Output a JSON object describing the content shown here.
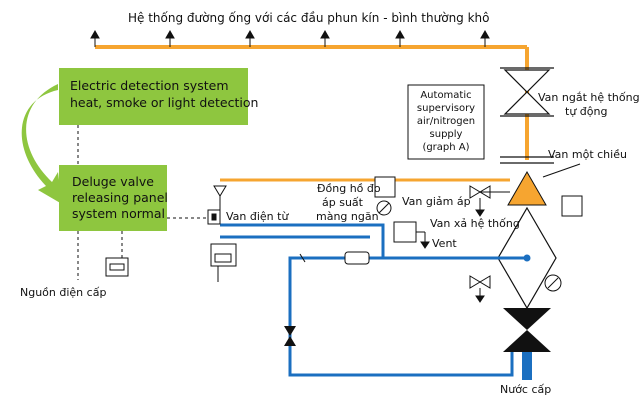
{
  "title": "Hệ thống đường ống với các đầu phun kín - bình thường khô",
  "detection_box": {
    "line1": "Electric detection system",
    "line2": "heat, smoke or light detection"
  },
  "deluge_box": {
    "line1": "Deluge valve",
    "line2": "releasing panel",
    "line3": "system normal"
  },
  "supply_box": {
    "line1": "Automatic",
    "line2": "supervisory",
    "line3": "air/nitrogen",
    "line4": "supply",
    "line5": "(graph A)"
  },
  "labels": {
    "shutoff_valve_1": "Van ngắt hệ thống",
    "shutoff_valve_2": "tự động",
    "check_valve": "Van một chiều",
    "pressure_gauge_1": "Đồng hồ đo",
    "pressure_gauge_2": "áp suất",
    "pressure_gauge_3": "màng ngăn",
    "pressure_reducer": "Van giảm áp",
    "solenoid": "Van điện từ",
    "drain": "Van xả hệ thống",
    "vent": "Vent",
    "power_supply": "Nguồn điện cấp",
    "water_supply": "Nước cấp"
  },
  "colors": {
    "orange": "#f6a530",
    "blue": "#1b6fc0",
    "green": "#8ec63f",
    "dark": "#111111"
  }
}
